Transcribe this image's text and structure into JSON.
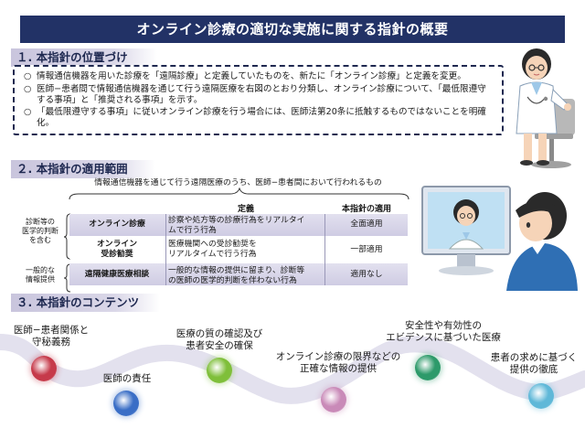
{
  "title": "オンライン診療の適切な実施に関する指針の概要",
  "section1": {
    "heading": "１. 本指針の位置づけ",
    "items": [
      "情報通信機器を用いた診療を「遠隔診療」と定義していたものを、新たに「オンライン診療」と定義を変更。",
      "医師−患者間で情報通信機器を通じて行う遠隔医療を右図のとおり分類し、オンライン診療について、「最低限遵守する事項」と「推奨される事項」を示す。",
      "「最低限遵守する事項」に従いオンライン診療を行う場合には、医師法第20条に抵触するものではないことを明確化。"
    ],
    "bullet": "○"
  },
  "section2": {
    "heading": "２. 本指針の適用範囲",
    "caption": "情報通信機器を通じて行う遠隔医療のうち、医師−患者間において行われるもの",
    "headers": {
      "definition": "定義",
      "application": "本指針の適用"
    },
    "side_label_top": [
      "診断等の",
      "医学的判断",
      "を含む"
    ],
    "side_label_bottom": [
      "一般的な",
      "情報提供"
    ],
    "rows": [
      {
        "name": [
          "オンライン診療"
        ],
        "definition": [
          "診察や処方等の診療行為をリアルタイ",
          "ムで行う行為"
        ],
        "application": "全面適用"
      },
      {
        "name": [
          "オンライン",
          "受診勧奨"
        ],
        "definition": [
          "医療機関への受診勧奨を",
          "リアルタイムで行う行為"
        ],
        "application": "一部適用"
      },
      {
        "name": [
          "遠隔健康医療相談"
        ],
        "definition": [
          "一般的な情報の提供に留まり、診断等",
          "の医師の医学的判断を伴わない行為"
        ],
        "application": "適用なし"
      }
    ]
  },
  "section3": {
    "heading": "３. 本指針のコンテンツ",
    "items": [
      {
        "label": [
          "医師−患者関係と",
          "守秘義務"
        ],
        "color": "#c63a4a"
      },
      {
        "label": [
          "医師の責任"
        ],
        "color": "#3a6ec6"
      },
      {
        "label": [
          "医療の質の確認及び",
          "患者安全の確保"
        ],
        "color": "#7fbf3a"
      },
      {
        "label": [
          "オンライン診療の限界などの",
          "正確な情報の提供"
        ],
        "color": "#c98ab8"
      },
      {
        "label": [
          "安全性や有効性の",
          "エビデンスに基づいた医療"
        ],
        "color": "#2d9a6a"
      },
      {
        "label": [
          "患者の求めに基づく",
          "提供の徹底"
        ],
        "color": "#5fb8d8"
      }
    ]
  },
  "colors": {
    "title_bg": "#223266",
    "section_head": "#c9c5dd",
    "band": "#d8d5e8",
    "wave": "#e3e1ee"
  },
  "icons": [
    "doctor-illustration",
    "online-consultation-illustration"
  ]
}
